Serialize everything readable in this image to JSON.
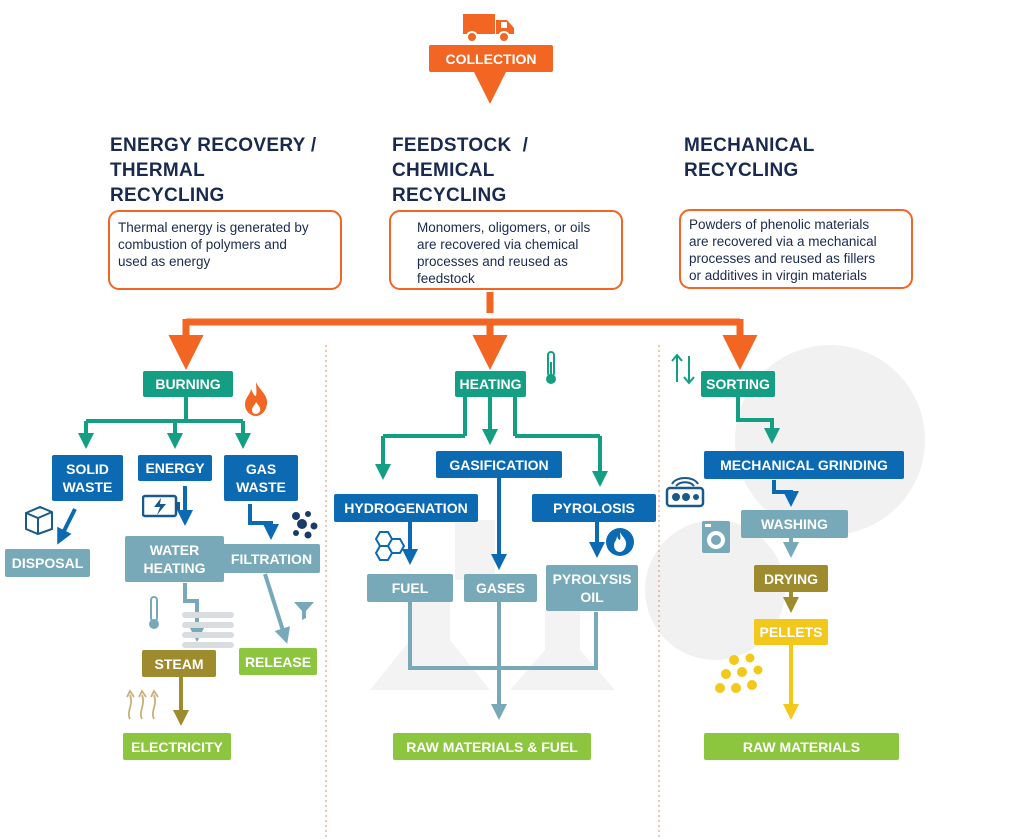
{
  "collection": "COLLECTION",
  "columns": {
    "energy": {
      "heading": [
        "ENERGY RECOVERY /",
        "THERMAL",
        "RECYCLING"
      ],
      "description": [
        "Thermal energy is generated by",
        "combustion of polymers and",
        "used as energy"
      ]
    },
    "feedstock": {
      "heading": [
        "FEEDSTOCK  /",
        "CHEMICAL",
        "RECYCLING"
      ],
      "description": [
        "Monomers, oligomers, or oils",
        "are recovered via chemical",
        "processes and reused as",
        "feedstock"
      ]
    },
    "mechanical": {
      "heading": [
        "MECHANICAL",
        "RECYCLING"
      ],
      "description": [
        "Powders of phenolic materials",
        "are recovered via a mechanical",
        "processes and reused as fillers",
        "or additives in virgin materials"
      ]
    }
  },
  "steps": {
    "burning": "BURNING",
    "solid_waste": [
      "SOLID",
      "WASTE"
    ],
    "energy": "ENERGY",
    "gas_waste": [
      "GAS",
      "WASTE"
    ],
    "disposal": "DISPOSAL",
    "water_heating": [
      "WATER",
      "HEATING"
    ],
    "filtration": "FILTRATION",
    "steam": "STEAM",
    "release": "RELEASE",
    "electricity": "ELECTRICITY",
    "heating": "HEATING",
    "gasification": "GASIFICATION",
    "hydrogenation": "HYDROGENATION",
    "pyrolosis": "PYROLOSIS",
    "fuel": "FUEL",
    "gases": "GASES",
    "pyrolysis_oil": [
      "PYROLYSIS",
      "OIL"
    ],
    "raw_materials_fuel": "RAW MATERIALS & FUEL",
    "sorting": "SORTING",
    "mechanical_grinding": "MECHANICAL GRINDING",
    "washing": "WASHING",
    "drying": "DRYING",
    "pellets": "PELLETS",
    "raw_materials": "RAW MATERIALS"
  },
  "colors": {
    "orange": "#f26522",
    "teal": "#149e84",
    "blue": "#0c6ab2",
    "gray_blue": "#78a9b8",
    "olive": "#9e8b2e",
    "green": "#8cc63f",
    "yellow": "#f2c81a",
    "navy": "#1a2a4f"
  },
  "icons": [
    "truck-icon",
    "flame-icon",
    "thermometer-icon",
    "up-down-arrows-icon",
    "cube-icon",
    "battery-icon",
    "particles-icon",
    "funnel-icon",
    "steam-waves-icon",
    "hexagon-molecule-icon",
    "flame-circle-icon",
    "grinder-icon",
    "washing-machine-icon",
    "pellets-icon"
  ]
}
